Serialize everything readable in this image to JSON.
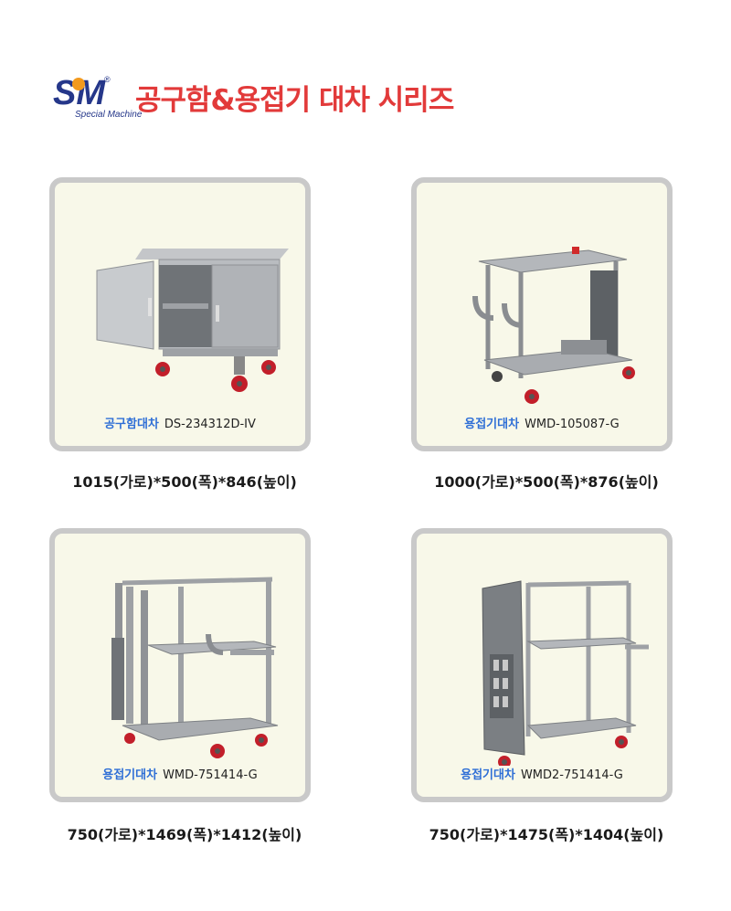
{
  "header": {
    "logo_text": "SM",
    "logo_sub": "Special Machine",
    "logo_reg": "®",
    "title": "공구함&용접기 대차 시리즈"
  },
  "products": [
    {
      "kind": "공구함대차",
      "model": "DS-234312D-IV",
      "dims": "1015(가로)*500(폭)*846(높이)"
    },
    {
      "kind": "용접기대차",
      "model": "WMD-105087-G",
      "dims": "1000(가로)*500(폭)*876(높이)"
    },
    {
      "kind": "용접기대차",
      "model": "WMD-751414-G",
      "dims": "750(가로)*1469(폭)*1412(높이)"
    },
    {
      "kind": "용접기대차",
      "model": "WMD2-751414-G",
      "dims": "750(가로)*1475(폭)*1404(높이)"
    }
  ],
  "colors": {
    "title": "#e23a3a",
    "kind": "#2f6fd6",
    "card_bg": "#f8f8e9",
    "card_border": "#c9c9c9",
    "logo_blue": "#25378a",
    "logo_orange": "#f39a1e"
  }
}
